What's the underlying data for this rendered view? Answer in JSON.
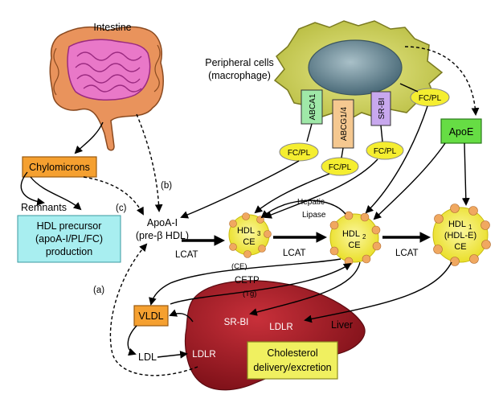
{
  "labels": {
    "intestine": "Intestine",
    "peripheral_line1": "Peripheral cells",
    "peripheral_line2": "(macrophage)",
    "chylomicrons": "Chylomicrons",
    "remnants": "Remnants",
    "hdl_precursor_line1": "HDL precursor",
    "hdl_precursor_line2": "(apoA-I/PL/FC)",
    "hdl_precursor_line3": "production",
    "apoa1_line1": "ApoA-I",
    "apoa1_line2": "(pre-β HDL)",
    "lcat": "LCAT",
    "hepatic_lipase_line1": "Hepatic",
    "hepatic_lipase_line2": "Lipase",
    "cetp": "CETP",
    "ce": "(CE)",
    "tg": "(Tg)",
    "vldl": "VLDL",
    "ldl": "LDL",
    "ldlr": "LDLR",
    "srbi": "SR-BI",
    "liver": "Liver",
    "cholesterol_line1": "Cholesterol",
    "cholesterol_line2": "delivery/excretion",
    "apoe": "ApoE",
    "abca1": "ABCA1",
    "abcg14": "ABCG1/4",
    "srbi_receptor": "SR-BI",
    "fcpl": "FC/PL",
    "path_a": "(a)",
    "path_b": "(b)",
    "path_c": "(c)",
    "hdl3_main": "HDL",
    "hdl3_sub": "3",
    "hdl2_main": "HDL",
    "hdl2_sub": "2",
    "hdl1_main": "HDL",
    "hdl1_sub": "1",
    "hdl1_extra": "(HDL-E)",
    "ce_core": "CE"
  },
  "colors": {
    "orange_box": "#f5a030",
    "cyan_box": "#a8eef0",
    "green_box": "#66dd44",
    "yellow_ellipse": "#f5ee30",
    "liver": "#b0202c",
    "cell": "#d8dc64",
    "nucleus": "#6d8a95",
    "intestine": "#e978c8",
    "colon": "#e9935c",
    "abca1": "#9fe8a8",
    "abcg": "#f5c890",
    "srbi": "#c8a8ee",
    "cholesterol_box": "#f0f060"
  }
}
